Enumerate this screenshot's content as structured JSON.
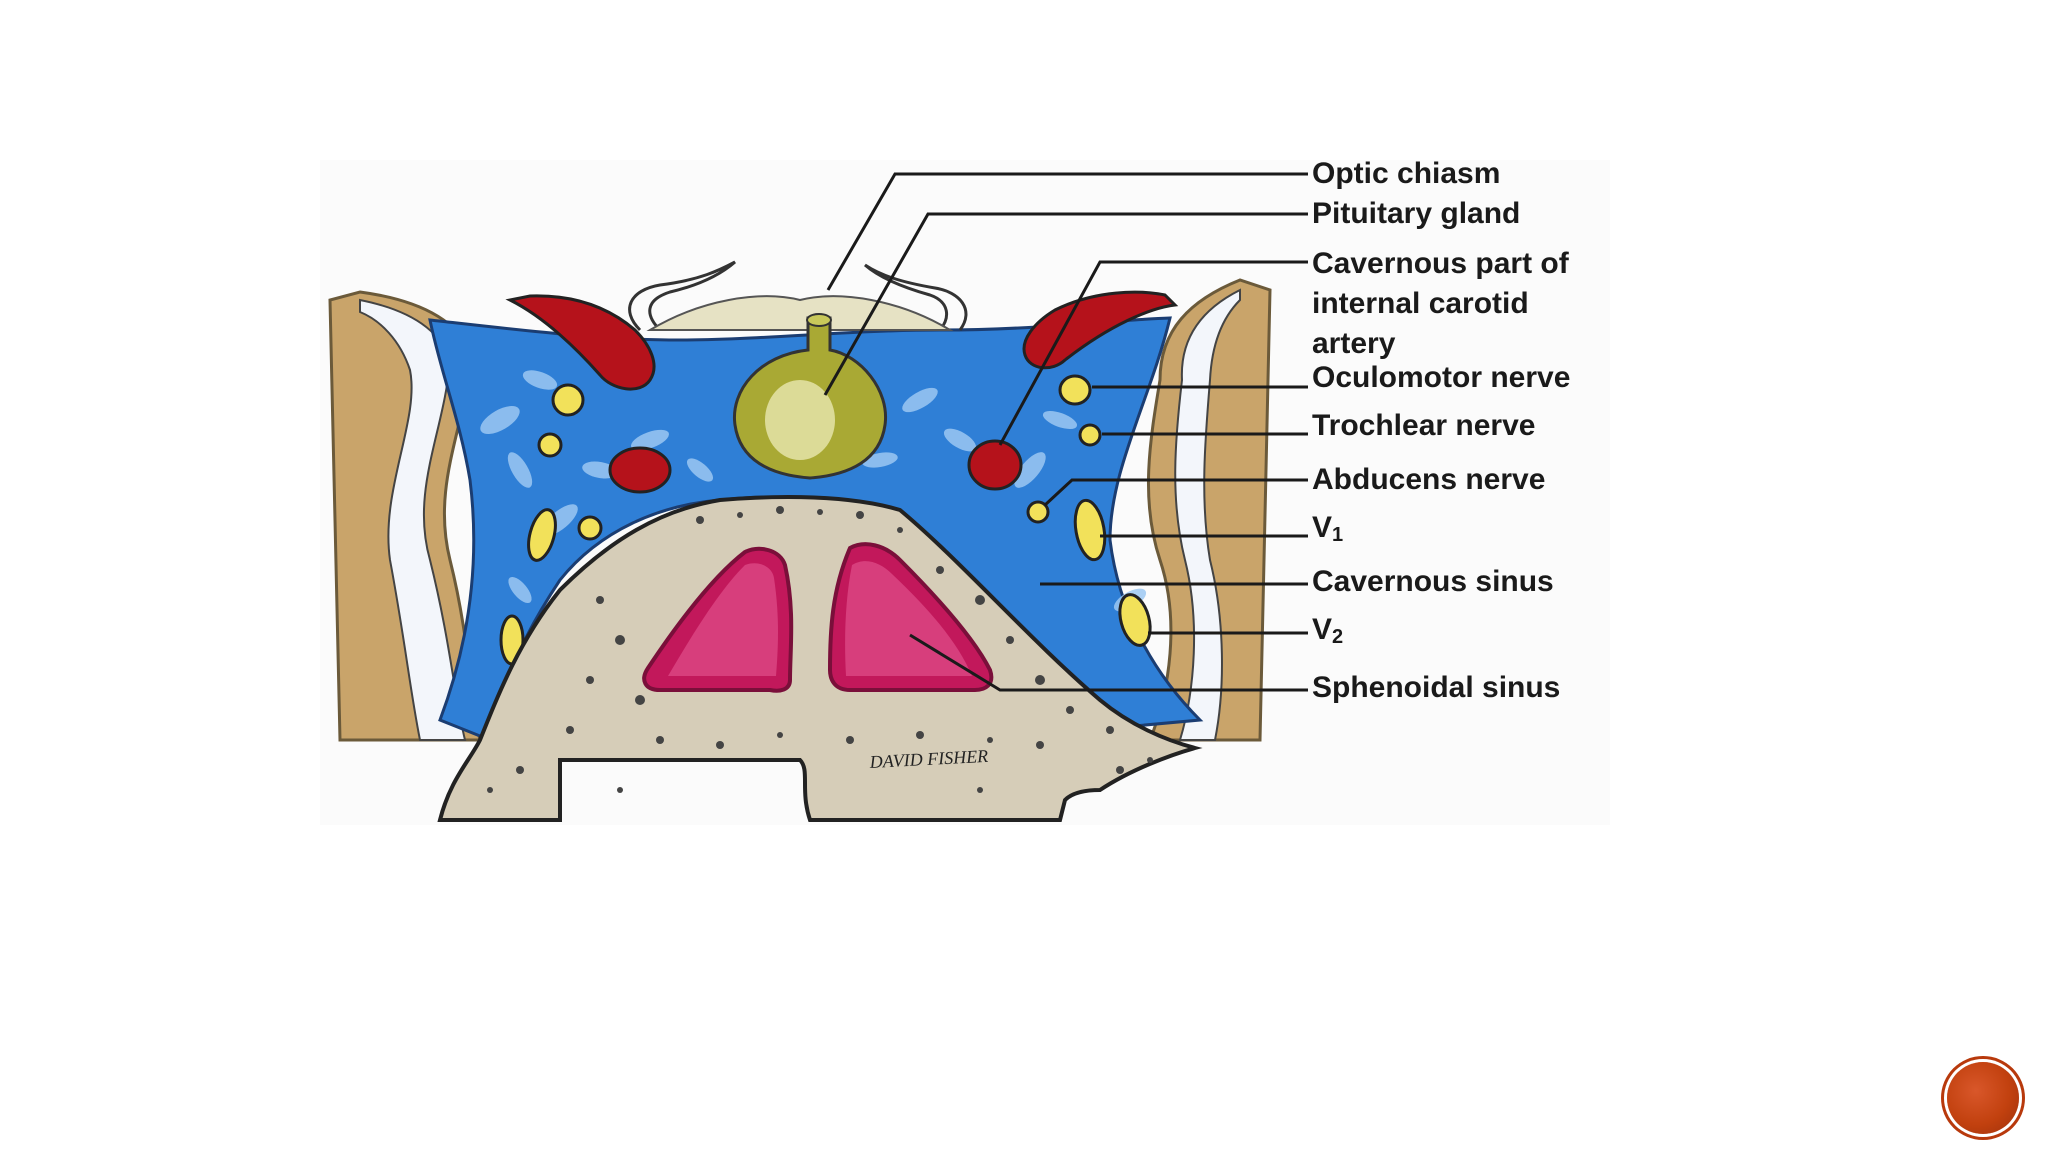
{
  "figure": {
    "labels": {
      "optic_chiasm": "Optic chiasm",
      "pituitary_gland": "Pituitary gland",
      "cavernous_part_line1": "Cavernous part of",
      "cavernous_part_line2": "internal carotid",
      "cavernous_part_line3": "artery",
      "oculomotor_nerve": "Oculomotor nerve",
      "trochlear_nerve": "Trochlear nerve",
      "abducens_nerve": "Abducens nerve",
      "v1_letter": "V",
      "v1_sub": "1",
      "cavernous_sinus": "Cavernous sinus",
      "v2_letter": "V",
      "v2_sub": "2",
      "sphenoidal_sinus": "Sphenoidal sinus"
    },
    "signature": "DAVID FISHER",
    "colors": {
      "artery": "#b5121b",
      "nerve": "#f2e15a",
      "pituitary": "#a9a934",
      "venous_plexus": "#2f7fd6",
      "sphenoid_sinus": "#c2185b",
      "bone": "#d6cdb8",
      "temporal_lobe": "#c9a46a"
    }
  },
  "nav": {
    "button_color": "#c2410f"
  }
}
